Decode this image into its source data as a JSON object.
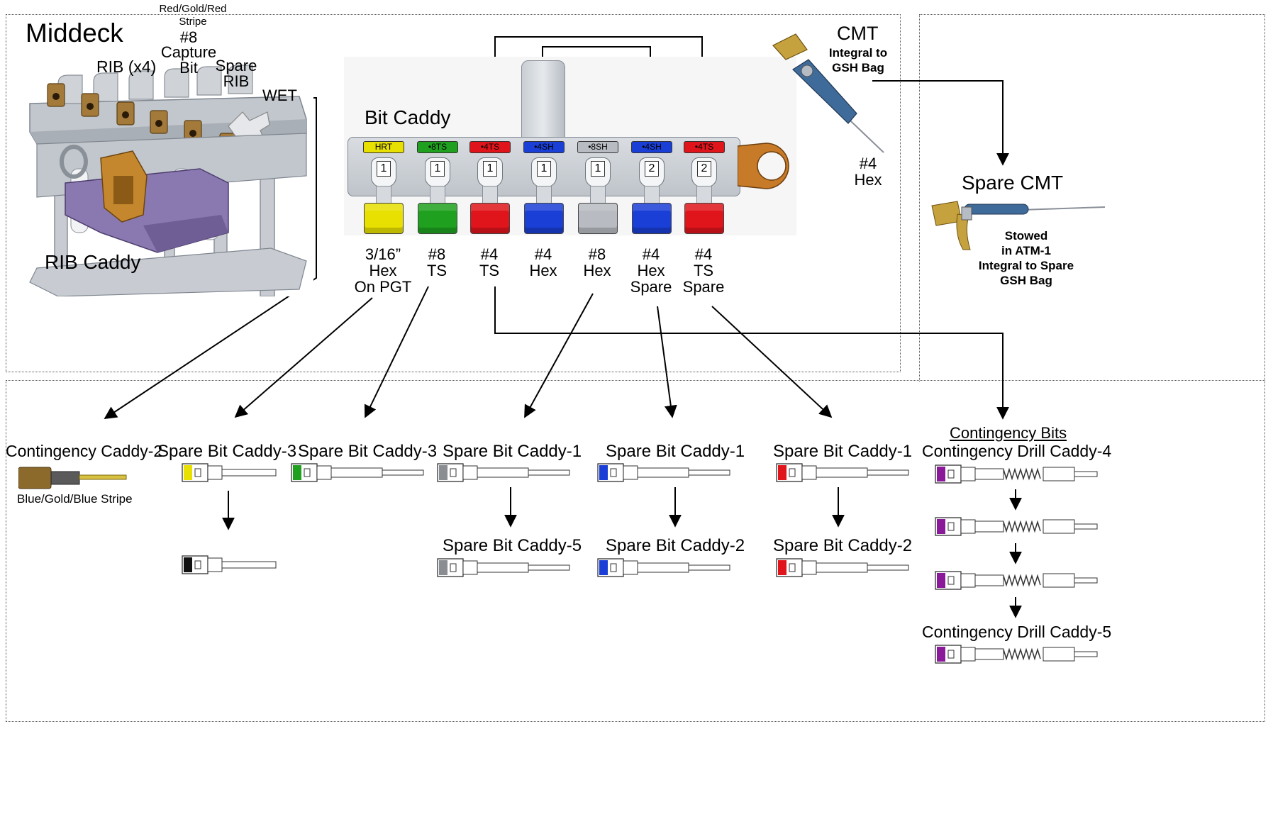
{
  "middeck": {
    "title": "Middeck",
    "rib_caddy_label": "RIB Caddy",
    "rib_count_label": "RIB (x4)",
    "stripe_label": [
      "Red/Gold/Red",
      "Stripe"
    ],
    "capture_bit_label": [
      "#8",
      "Capture",
      "Bit"
    ],
    "spare_rib_label": [
      "Spare",
      "RIB"
    ],
    "wet_label": "WET"
  },
  "bit_caddy": {
    "title": "Bit Caddy",
    "slots": [
      {
        "tag": "HRT",
        "num": "1",
        "color": "#e8e000",
        "label": [
          "3/16”",
          "Hex",
          "On PGT"
        ]
      },
      {
        "tag": "•8TS",
        "num": "1",
        "color": "#1fa11f",
        "label": [
          "#8",
          "TS"
        ]
      },
      {
        "tag": "•4TS",
        "num": "1",
        "color": "#e0141b",
        "label": [
          "#4",
          "TS"
        ]
      },
      {
        "tag": "•4SH",
        "num": "1",
        "color": "#1a3fd6",
        "label": [
          "#4",
          "Hex"
        ]
      },
      {
        "tag": "•8SH",
        "num": "1",
        "color": "#b8bcc2",
        "label": [
          "#8",
          "Hex"
        ]
      },
      {
        "tag": "•4SH",
        "num": "2",
        "color": "#1a3fd6",
        "label": [
          "#4",
          "Hex",
          "Spare"
        ]
      },
      {
        "tag": "•4TS",
        "num": "2",
        "color": "#e0141b",
        "label": [
          "#4",
          "TS",
          "Spare"
        ]
      }
    ]
  },
  "cmt": {
    "title": "CMT",
    "note": [
      "Integral to",
      "GSH Bag"
    ],
    "hex_label": [
      "#4",
      "Hex"
    ]
  },
  "spare_cmt": {
    "title": "Spare CMT",
    "note": [
      "Stowed",
      "in ATM-1",
      "Integral to Spare",
      "GSH Bag"
    ]
  },
  "bottom": {
    "contingency_caddy": {
      "label": "Contingency Caddy-2",
      "stripe": "Blue/Gold/Blue Stripe"
    },
    "columns": [
      {
        "top": "Spare Bit Caddy-3",
        "bottom": ""
      },
      {
        "top": "Spare Bit Caddy-3",
        "bottom": ""
      },
      {
        "top": "Spare Bit Caddy-1",
        "bottom": "Spare Bit Caddy-5"
      },
      {
        "top": "Spare Bit Caddy-1",
        "bottom": "Spare Bit Caddy-2"
      },
      {
        "top": "Spare Bit Caddy-1",
        "bottom": "Spare Bit Caddy-2"
      }
    ],
    "contingency_bits": {
      "heading": "Contingency Bits",
      "caddy4": "Contingency Drill Caddy-4",
      "caddy5": "Contingency Drill Caddy-5"
    }
  },
  "colors": {
    "yellow": "#e8e000",
    "green": "#1fa11f",
    "red": "#e0141b",
    "blue": "#1a3fd6",
    "gray": "#8a8d92",
    "black": "#111111",
    "purple": "#8a1a9a",
    "bronze": "#b0782a"
  }
}
